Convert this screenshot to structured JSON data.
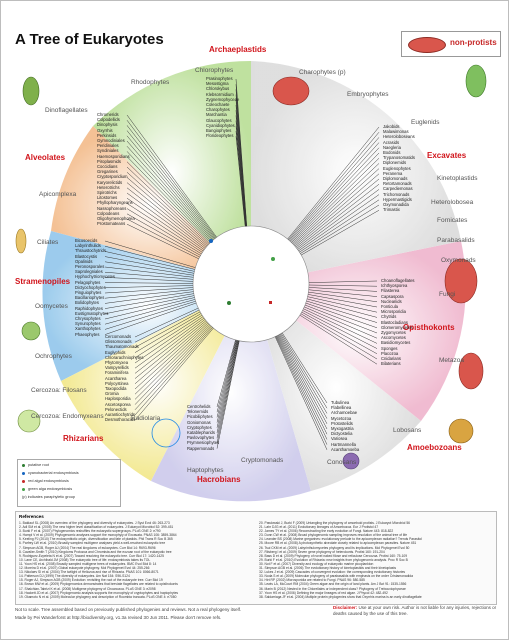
{
  "title": "A Tree of Eukaryotes",
  "legend": {
    "label": "non-protists",
    "color": "#d9564c"
  },
  "supergroups": {
    "archaeplastids": "Archaeplastids",
    "alveolates": "Alveolates",
    "stramenopiles": "Stramenopiles",
    "rhizarians": "Rhizarians",
    "hacrobians": "Hacrobians",
    "amoebozoans": "Amoebozoans",
    "opisthokonts": "Opisthokonts",
    "excavates": "Excavates"
  },
  "groups": {
    "chlorophytes": "Chlorophytes",
    "charophytes": "Charophytes (p)",
    "embryophytes": "Embryophytes",
    "rhodophytes": "Rhodophytes",
    "euglenids": "Euglenids",
    "dinoflagellates": "Dinoflagellates",
    "kinetoplastids": "Kinetoplastids",
    "apicomplexa": "Apicomplexa",
    "heterolobosea": "Heterolobosea",
    "ciliates": "Ciliates",
    "fornicates": "Fornicates",
    "parabasalids": "Parabasalids",
    "oomycetes": "Oomycetes",
    "oxymonads": "Oxymonads",
    "fungi": "Fungi",
    "ochrophytes": "Ochrophytes",
    "cercozoa_filosans": "Cercozoa: Filosans",
    "metazoa": "Metazoa",
    "cercozoa_endomyxeans": "Cercozoa: Endomyxeans",
    "radiolaria": "Radiolaria",
    "haptophytes": "Haptophytes",
    "cryptomonads": "Cryptomonads",
    "lobosans": "Lobosans",
    "conosans": "Conosans"
  },
  "taxa": {
    "archaeplastids_taxa": [
      "Prasinophytes",
      "Mesostigma",
      "Chlorokybus",
      "Klebsormidium",
      "Zygnemophyceae",
      "Coleochaete",
      "Charophytes",
      "Marchantia",
      "Glaucophytes",
      "Cyanidiophytes",
      "Bangiophytes",
      "Florideophytes"
    ],
    "alveolate_taxa": [
      "Chromerids",
      "Colpodellids",
      "Dinophysis",
      "Oxyrrhis",
      "Perkinsids",
      "Gymnodiniales",
      "Peridiniales",
      "Syndiniales",
      "Haemosporidians",
      "Piroplasmids",
      "Coccidians",
      "Gregarines",
      "Cryptosporidium",
      "Karyorelictids",
      "Heterotrichs",
      "Spirotrichs",
      "Litostomes",
      "Phyllopharyngeans",
      "Nassophoreans",
      "Colpodeans",
      "Oligohymenophorea",
      "Prostomateans"
    ],
    "stramenopile_taxa": [
      "Bicosoecids",
      "Labyrinthulids",
      "Thraustochytrids",
      "Blastocystis",
      "Opalinids",
      "Peronosporales",
      "Saprolegniales",
      "Hyphochytriomycetes",
      "Pelagophytes",
      "Dictyochophytes",
      "Pinguiophytes",
      "Bacillariophytes",
      "Bolidophytes",
      "Raphidophytes",
      "Eustigmatophytes",
      "Chrysophytes",
      "Synurophytes",
      "Xanthophytes",
      "Phaeophytes"
    ],
    "rhizarian_taxa": [
      "Cercomonads",
      "Glissomonads",
      "Thaumatomonads",
      "Euglyphids",
      "Chlorarachniophytes",
      "Phytomyxea",
      "Vampyrellids",
      "Foraminifera",
      "Acantharea",
      "Polycystinea",
      "Taxopodida",
      "Gromia",
      "Haplosporidia",
      "Ascetosporea",
      "Pelonectids",
      "Aurantiochytrids",
      "Desmothoracids"
    ],
    "hacrobian_taxa": [
      "Centrohelids",
      "Telonemids",
      "Picobiliphytes",
      "Goniomonas",
      "Cryptophytes",
      "Katablepharids",
      "Pavlovophytes",
      "Prymnesiophytes",
      "Rappemonads"
    ],
    "amoebozoan_taxa": [
      "Tubulinea",
      "Flabellinea",
      "Archamoebae",
      "Mycetozoa",
      "Protostelids",
      "Myxogastria",
      "Dictyostelia",
      "Variosea",
      "Hartmannella",
      "Acanthamoeba"
    ],
    "opisthokont_taxa": [
      "Choanoflagellates",
      "Ichthyosporea",
      "Filasterea",
      "Capsaspora",
      "Nucleariids",
      "Fonticula",
      "Microsporidia",
      "Chytrids",
      "Blastocladians",
      "Glomeromycetes",
      "Zygomycetes",
      "Ascomycetes",
      "Basidiomycetes",
      "Sponges",
      "Placozoa",
      "Cnidarians",
      "Bilaterians"
    ],
    "excavate_taxa": [
      "Jakobids",
      "Malawimonas",
      "Heteroloboseans",
      "Acrasids",
      "Naegleria",
      "Bodonids",
      "Trypanosomatids",
      "Diplonemids",
      "Euglenophytes",
      "Peranema",
      "Diplomonads",
      "Retortamonads",
      "Carpediemonas",
      "Trichomonads",
      "Hypermastigids",
      "Oxymonadida",
      "Trimastix"
    ]
  },
  "key": {
    "items": [
      "putative root",
      "cyanobacterial endosymbiosis",
      "red algal endosymbiosis",
      "green alga endosymbiosis",
      "(p) indicates paraphyletic group"
    ],
    "colors": [
      "#2e7d32",
      "#1565c0",
      "#c62828",
      "#43a047",
      "#000000"
    ]
  },
  "references": {
    "heading": "References",
    "col1": [
      "1. Baldauf SL (2008) An overview of the phylogeny and diversity of eukaryotes. J Syst Evol 46: 263-273",
      "2. Adl SM et al. (2005) The new higher level classification of eukaryotes. J Eukaryot Microbiol 52: 399-451",
      "3. Burki F et al. (2007) Phylogenomics reshuffles the eukaryotic supergroups. PLoS ONE 2: e790",
      "4. Hampl V et al. (2009) Phylogenomic analyses support the monophyly of Excavata. PNAS 106: 3859-3864",
      "5. Keeling PJ (2010) The endosymbiotic origin, diversification and fate of plastids. Phil Trans R Soc B 365",
      "6. Parfrey LW et al. (2010) Broadly sampled multigene analyses yield a well-resolved eukaryotic tree",
      "7. Simpson AGB, Roger AJ (2004) The real kingdoms of eukaryotes. Curr Biol 14: R693-R696",
      "8. Cavalier-Smith T (2010) Kingdoms Protozoa and Chromista and the eozoan root of the eukaryotic tree",
      "9. Rodriguez-Ezpeleta N et al. (2007) Toward resolving the eukaryotic tree. Curr Biol 17: 1420-1425",
      "10. Lane CE, Archibald JM (2008) The eukaryotic tree of life: endosymbiosis takes its TOL",
      "11. Yoon HS et al. (2008) Broadly sampled multigene trees of eukaryotes. BMC Evol Biol 8: 14",
      "12. Moreira D et al. (2007) Global eukaryote phylogeny. Mol Phylogenet Evol 44: 255-266",
      "13. Nikolaev SI et al. (2004) The twilight of Heliozoa and rise of Rhizaria. PNAS 101: 8066-8071",
      "14. Patterson DJ (1999) The diversity of eukaryotes. Am Nat 154: S96-S124",
      "15. Roger AJ, Simpson AGB (2009) Evolution: revisiting the root of the eukaryote tree. Curr Biol 19",
      "16. Brown MW et al. (2009) Phylogenomics demonstrates that breviate flagellates are related to opisthokonts",
      "17. Shalchian-Tabrizi K et al. (2008) Multigene phylogeny of Choanozoa. PLoS ONE 3: e2098",
      "18. Hackett JD et al. (2007) Phylogenomic analysis supports the monophyly of cryptophytes and haptophytes",
      "19. Okamoto N et al. (2009) Molecular phylogeny and description of Roombia truncata. PLoS ONE 4: e7080"
    ],
    "col2": [
      "20. Pawlowski J, Burki F (2009) Untangling the phylogeny of amoeboid protists. J Eukaryot Microbiol 56",
      "21. Lahr DJG et al. (2011) Evolutionary lineages of Amoebozoa. Eur J Protistol 47",
      "22. James TY et al. (2006) Reconstructing the early evolution of Fungi. Nature 443: 818-822",
      "23. Dunn CW et al. (2008) Broad phylogenomic sampling improves resolution of the animal tree of life",
      "24. Leander BS (2008) Marine gregarines: evolutionary prelude to the apicomplexan radiation? Trends Parasitol",
      "25. Moore RB et al. (2008) A photosynthetic alveolate closely related to apicomplexan parasites. Nature 451",
      "26. Tsui CKM et al. (2009) Labyrinthulomycetes phylogeny and its implications. Mol Phylogenet Evol 50",
      "27. Riisberg I et al. (2009) Seven gene phylogeny of heterokonts. Protist 160: 191-204",
      "28. Bass D et al. (2009) Phylogeny of novel naked filose and reticulose Cercozoa. Protist 160: 75-109",
      "29. Burki F et al. (2010) Evolution of Rhizaria: new insights from phylogenomic analysis. Proc R Soc B",
      "30. Not F et al. (2007) Diversity and ecology of eukaryotic marine picoplankton",
      "31. Simpson AGB et al. (2006) The evolutionary history of kinetoplastids and their kinetoplasts",
      "32. Lukes J et al. (2009) Cascades of convergent evolution: the corresponding evolutionary histories",
      "33. Noda S et al. (2009) Molecular phylogeny of parabasalids with emphasis on the order Cristamonadida",
      "34. Hirt RP (2002) Microsporidia are related to Fungi. PNAS 96: 580-585",
      "35. Lewis LA, McCourt RM (2004) Green algae and the origin of land plants. Am J Bot 91: 1535-1556",
      "36. Marin B (2012) Nested in the Chlorellales or independent class? Phylogeny of Trebouxiophyceae",
      "37. Yoon HS et al. (2006) Defining the major lineages of red algae. J Phycol 42: 482-492",
      "38. Saldarriaga JF et al. (2004) Multiple protein phylogenies show that Oxyrrhis marina is an early dinoflagellate"
    ]
  },
  "footer": {
    "line1": "Not to scale. Tree assembled based on previously published phylogenies and reviews. Not a real phylogeny itself.",
    "line2": "Made by Pei Wanderforst at http://biodiversity.org, v1.3a revised 30 Jun 2011. Please don't remove refs.",
    "disclaimer_label": "Disclaimer:",
    "disclaimer_text": "Use at your own risk. Author is not liable for any injuries, rejections or deaths caused by the use of this tree."
  }
}
